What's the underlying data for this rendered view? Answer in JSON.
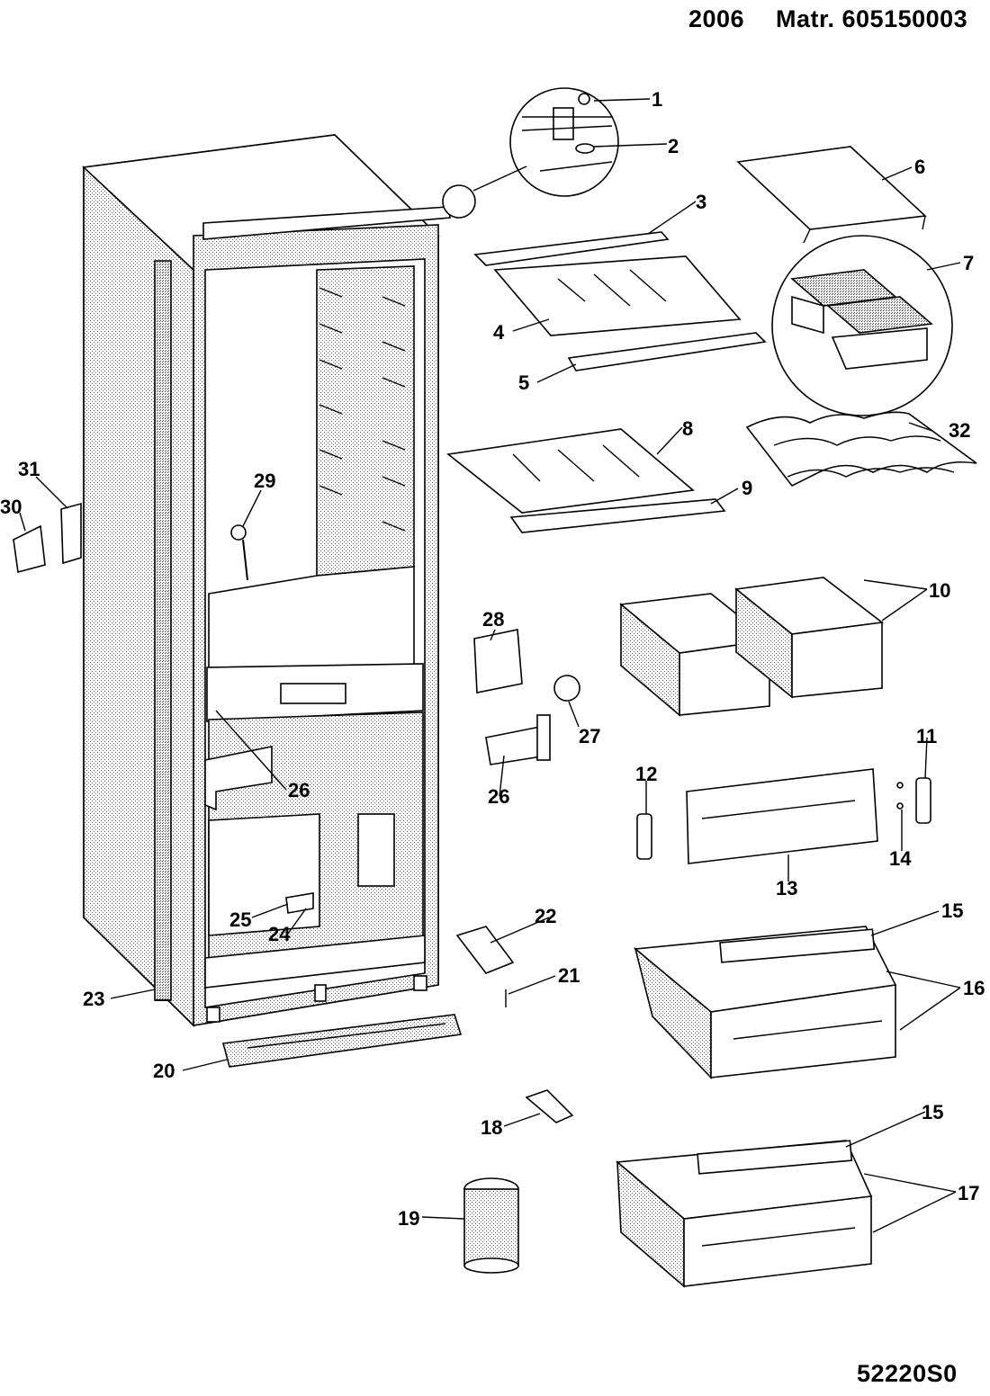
{
  "header": {
    "year": "2006",
    "matr": "Matr. 605150003"
  },
  "footer": {
    "code": "52220S0"
  },
  "callouts": [
    "1",
    "2",
    "3",
    "4",
    "5",
    "6",
    "7",
    "8",
    "9",
    "10",
    "11",
    "12",
    "13",
    "14",
    "15",
    "16",
    "17",
    "18",
    "19",
    "20",
    "21",
    "22",
    "23",
    "24",
    "25",
    "26",
    "27",
    "28",
    "29",
    "30",
    "31",
    "32"
  ]
}
